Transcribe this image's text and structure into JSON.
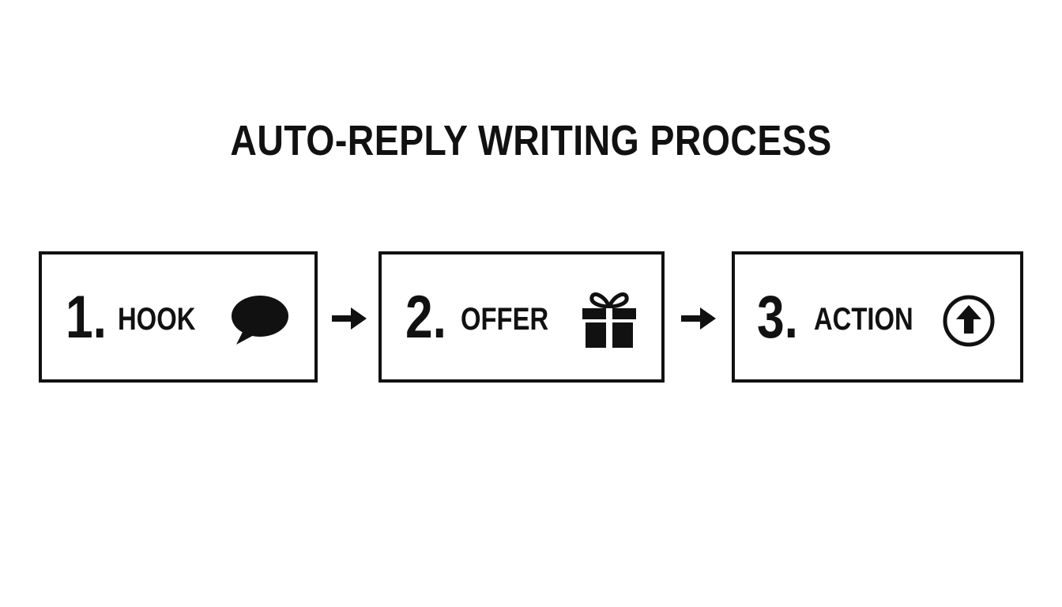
{
  "title": "AUTO-REPLY WRITING PROCESS",
  "steps": [
    {
      "number": "1.",
      "label": "HOOK",
      "icon": "speech-bubble-icon"
    },
    {
      "number": "2.",
      "label": "OFFER",
      "icon": "gift-icon"
    },
    {
      "number": "3.",
      "label": "ACTION",
      "icon": "circle-arrow-up-icon"
    }
  ],
  "connector_icon": "arrow-right-icon",
  "colors": {
    "ink": "#111111",
    "background": "#ffffff"
  }
}
